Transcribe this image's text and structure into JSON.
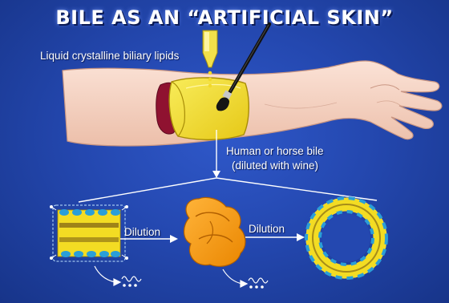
{
  "title": "BILE AS AN “ARTIFICIAL SKIN”",
  "labels": {
    "lipids": "Liquid crystalline biliary lipids",
    "bile_line1": "Human or horse bile",
    "bile_line2": "(diluted with wine)",
    "dilution_1": "Dilution",
    "dilution_2": "Dilution"
  },
  "colors": {
    "background": "#2448b0",
    "skin": "#f6d3c2",
    "wound": "#8f1230",
    "lipid_yellow": "#f3dc23",
    "vesicle_orange": "#f59a0c",
    "bile_salt_blue": "#2a9ed8"
  }
}
